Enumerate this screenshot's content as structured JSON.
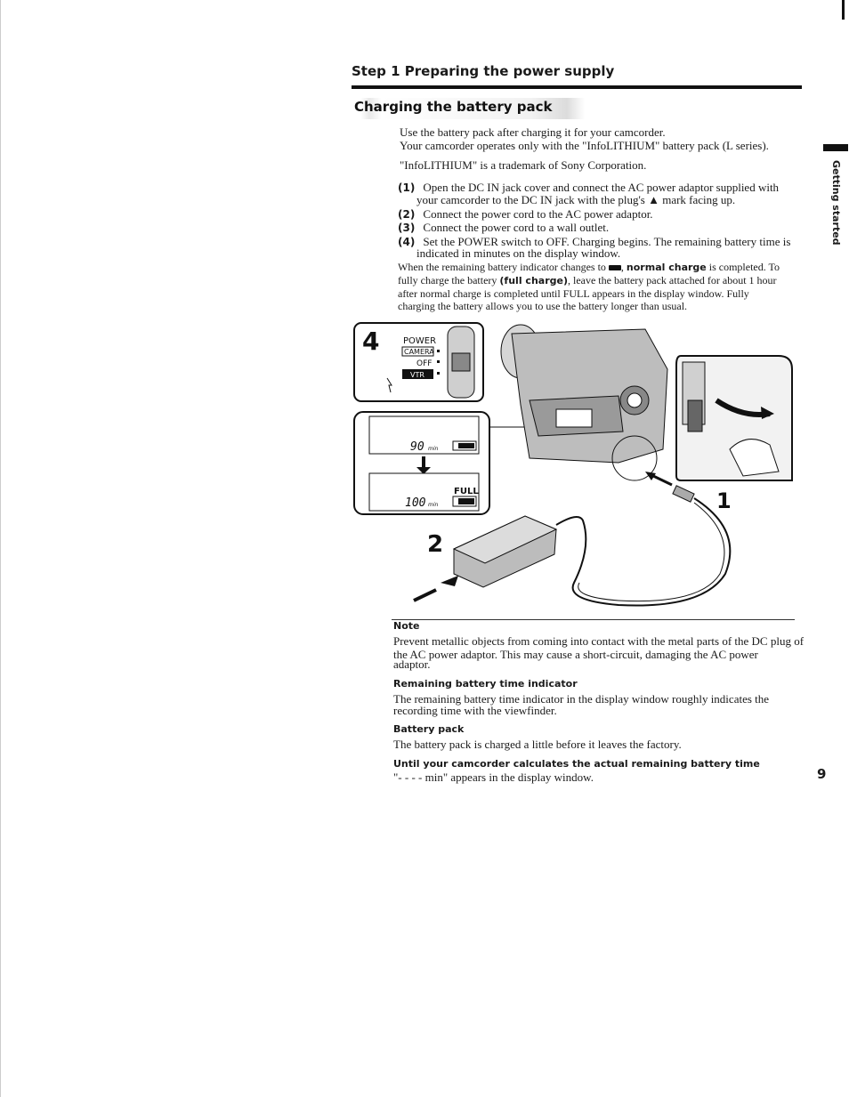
{
  "header": {
    "title": "Step 1  Preparing the power supply"
  },
  "section": {
    "title": "Charging the battery pack"
  },
  "side_tab": {
    "label": "Getting started"
  },
  "page_number": "9",
  "intro": {
    "line1": "Use the battery pack after charging it for your camcorder.",
    "line2": "Your camcorder operates only with the \"InfoLITHIUM\" battery pack (L series).",
    "trademark": "\"InfoLITHIUM\" is a trademark of Sony Corporation."
  },
  "steps": [
    {
      "num": "(1)",
      "text_a": "Open the DC IN jack cover and connect the AC power adaptor supplied with",
      "text_b": "your camcorder to the DC IN jack with the plug's ▲ mark facing up."
    },
    {
      "num": "(2)",
      "text_a": "Connect the power cord to the AC power adaptor."
    },
    {
      "num": "(3)",
      "text_a": "Connect the power cord to a wall outlet."
    },
    {
      "num": "(4)",
      "text_a": "Set the POWER switch to OFF. Charging begins. The remaining battery time is",
      "text_b": "indicated in minutes on the display window."
    }
  ],
  "charge_text": {
    "l1a": "When the remaining battery indicator changes to ",
    "l1b": "normal charge",
    "l1c": " is completed. To",
    "l2a": "fully charge the battery ",
    "l2b": "(full charge)",
    "l2c": ", leave the battery pack attached for about 1 hour",
    "l3": "after normal charge is completed until FULL appears in the display window. Fully",
    "l4": "charging the battery allows you to use the battery longer than usual."
  },
  "figure": {
    "step4_label": "4",
    "power_label": "POWER",
    "camera_label": "CAMERA",
    "off_label": "OFF",
    "vtr_label": "VTR",
    "display1": "90",
    "display1_unit": "min",
    "display2": "100",
    "display2_unit": "min",
    "full_label": "FULL",
    "step1_label": "1",
    "step2_label": "2"
  },
  "note": {
    "heading": "Note",
    "l1": "Prevent metallic objects from coming into contact with the metal parts of the DC plug of",
    "l2": "the AC power adaptor. This may cause a short-circuit, damaging the AC power",
    "l3": "adaptor."
  },
  "remaining": {
    "heading": "Remaining battery time indicator",
    "l1": "The remaining battery time indicator in the display window roughly indicates the",
    "l2": "recording time with the viewfinder."
  },
  "battery": {
    "heading": "Battery pack",
    "l1": "The battery pack is charged a little before it leaves the factory."
  },
  "until": {
    "heading": "Until your camcorder calculates the actual remaining battery time",
    "l1": "\"- - - - min\" appears in the display window."
  }
}
